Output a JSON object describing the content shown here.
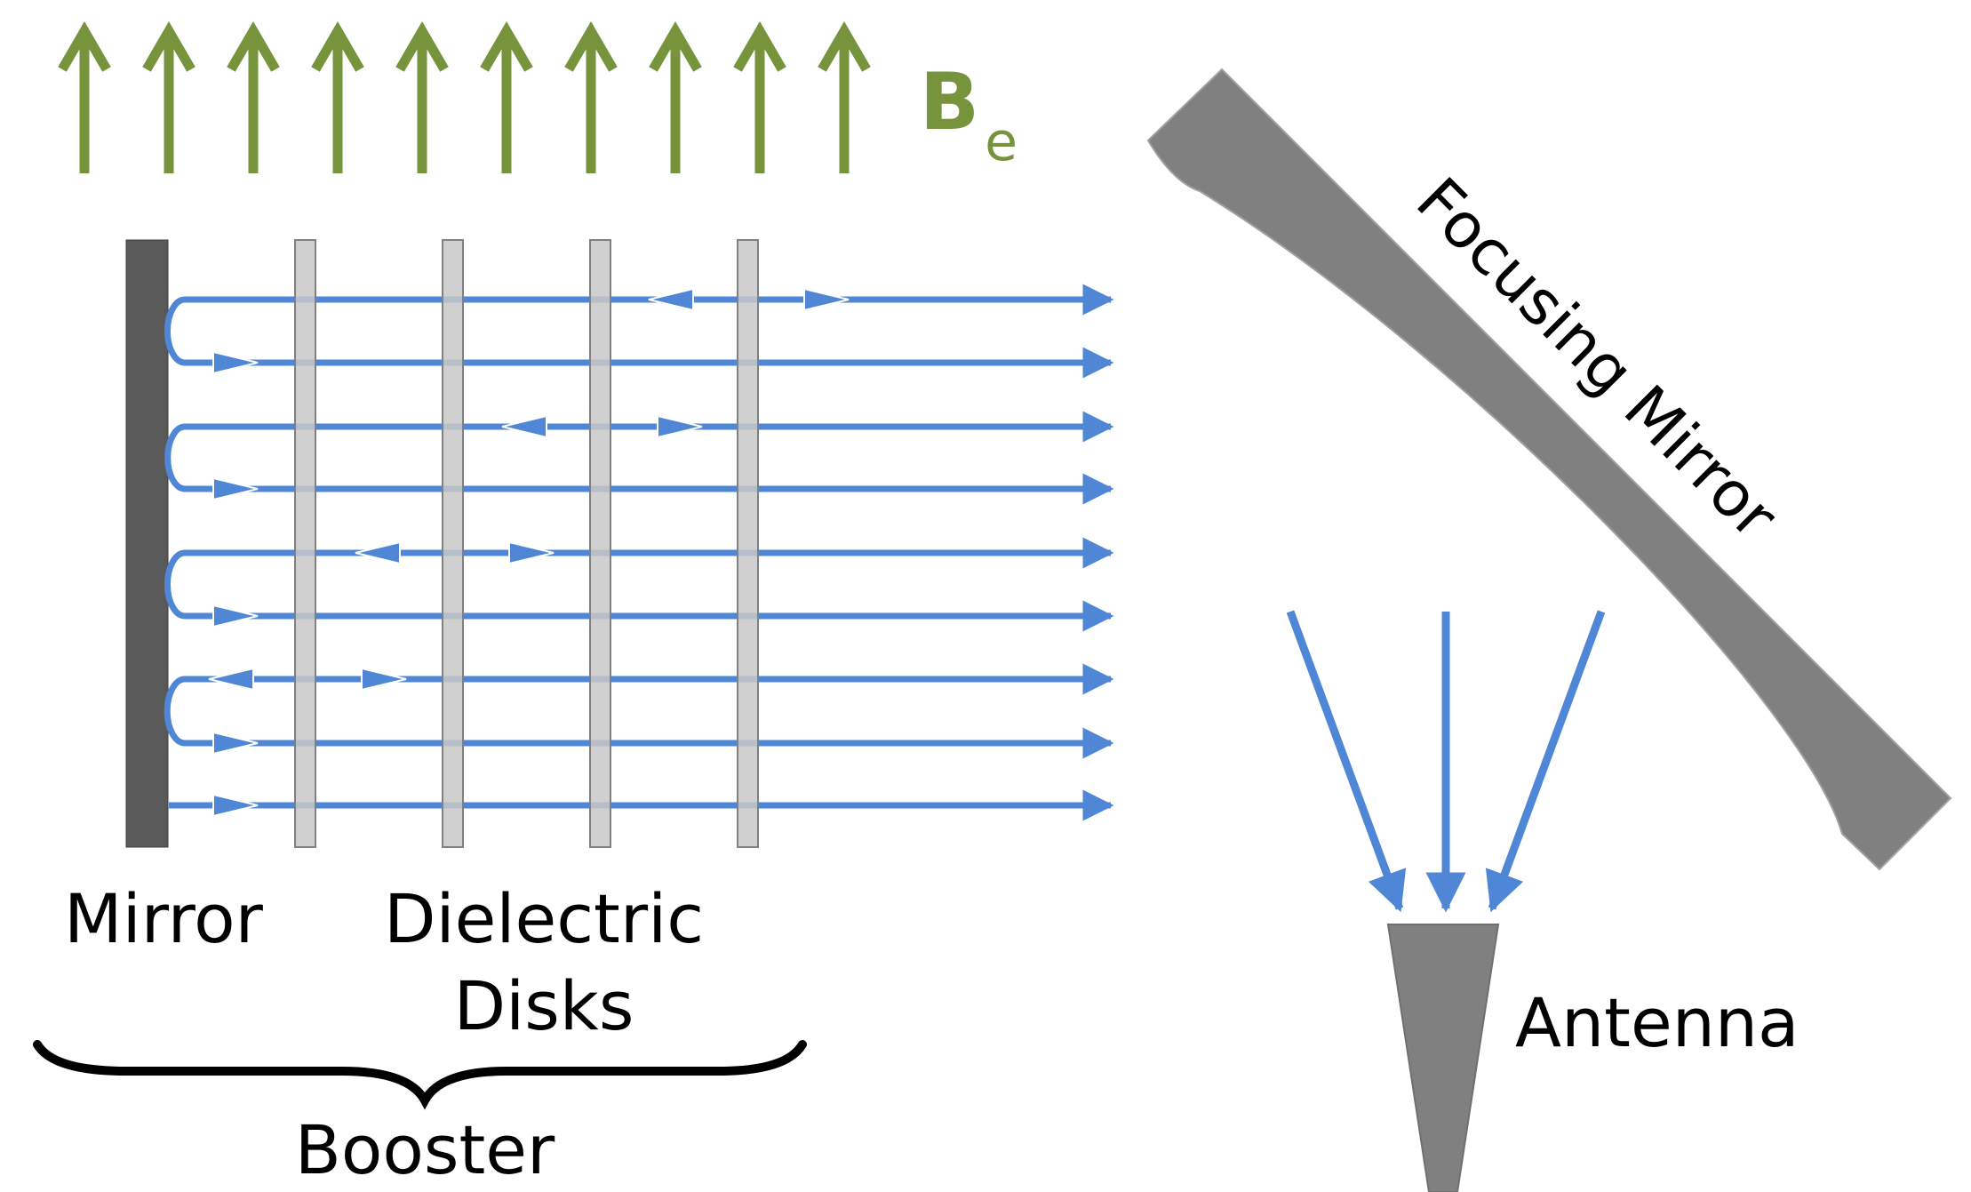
{
  "field": {
    "symbol": "B",
    "subscript": "e",
    "color": "#77933C",
    "arrow_count": 10
  },
  "booster": {
    "label": "Booster",
    "mirror_label": "Mirror",
    "disks_label_line1": "Dielectric",
    "disks_label_line2": "Disks",
    "disk_count": 4,
    "mirror_color": "#595959",
    "disk_color": "#C8C8C8"
  },
  "focusing_mirror": {
    "label": "Focusing Mirror",
    "color": "#808080"
  },
  "antenna": {
    "label": "Antenna",
    "color": "#808080"
  },
  "beam_color": "#4F87D6"
}
